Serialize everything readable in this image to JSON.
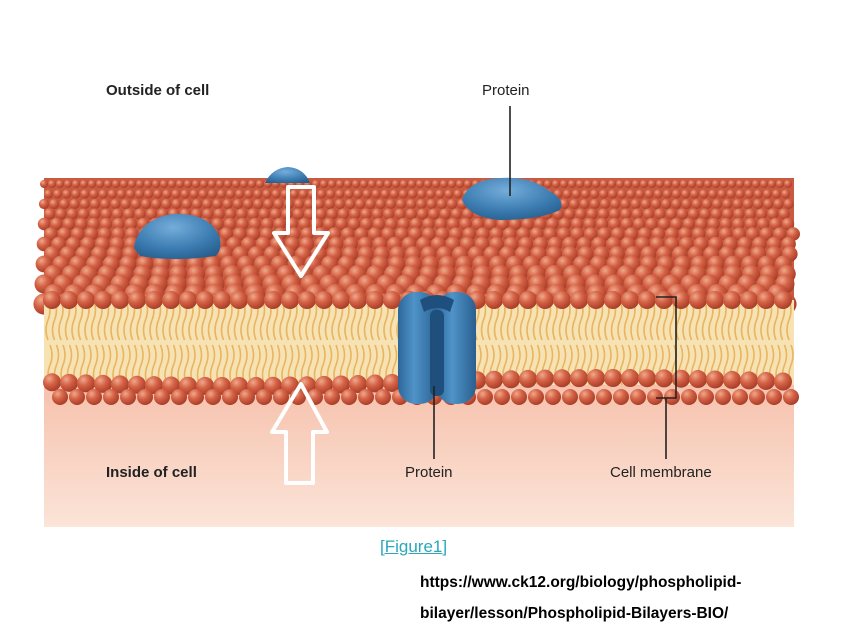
{
  "labels": {
    "outside": "Outside of cell",
    "inside": "Inside of cell",
    "protein_top": "Protein",
    "protein_bottom": "Protein",
    "cell_membrane": "Cell membrane"
  },
  "caption": "[Figure1]",
  "source": {
    "line1": "https://www.ck12.org/biology/phospholipid-",
    "line2": "bilayer/lesson/Phospholipid-Bilayers-BIO/"
  },
  "colors": {
    "head": "#c9553b",
    "head_highlight": "#e58f72",
    "tail": "#f0cf84",
    "protein": "#3b7bb0",
    "protein_dark": "#245a88",
    "background_inside": "#f7cdb9",
    "caption": "#2aa7b8"
  }
}
